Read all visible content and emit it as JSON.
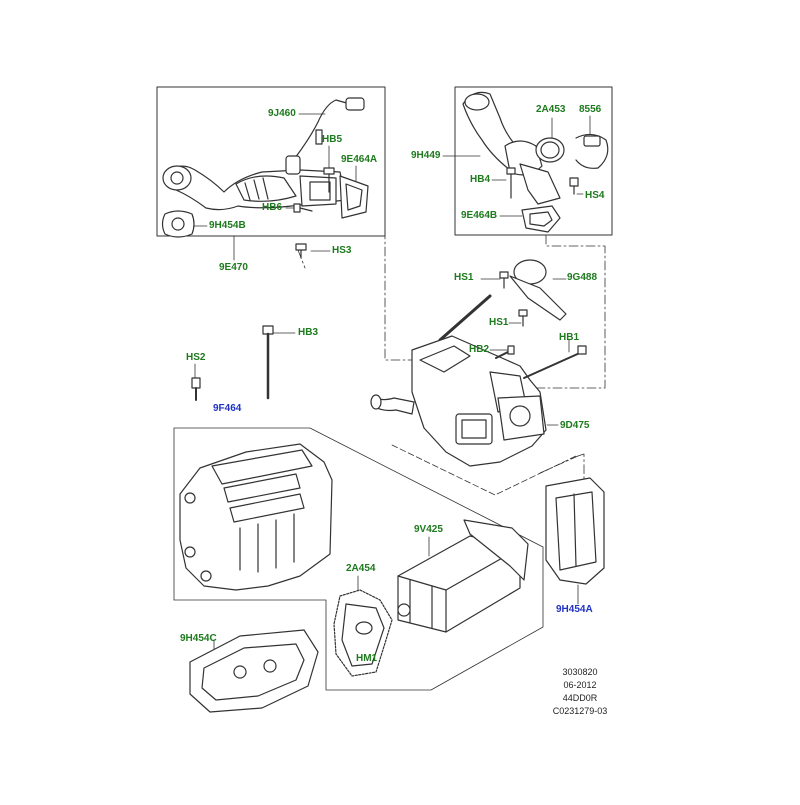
{
  "colors": {
    "label_green": "#1d7a1d",
    "label_blue": "#1f33c4",
    "line": "#333333"
  },
  "labels": {
    "9J460": "9J460",
    "HB5": "HB5",
    "9E464A": "9E464A",
    "HB6": "HB6",
    "9H454B": "9H454B",
    "HS3": "HS3",
    "9E470": "9E470",
    "2A453": "2A453",
    "8556": "8556",
    "9H449": "9H449",
    "HB4": "HB4",
    "HS4": "HS4",
    "9E464B": "9E464B",
    "HS1_top": "HS1",
    "9G488": "9G488",
    "HS1_mid": "HS1",
    "HB2": "HB2",
    "HB1": "HB1",
    "HB3": "HB3",
    "HS2": "HS2",
    "9F464": "9F464",
    "9D475": "9D475",
    "9V425": "9V425",
    "2A454": "2A454",
    "HM1": "HM1",
    "9H454A": "9H454A",
    "9H454C": "9H454C"
  },
  "reference": {
    "line1": "3030820",
    "line2": "06-2012",
    "line3": "44DD0R",
    "line4": "C0231279-03"
  }
}
